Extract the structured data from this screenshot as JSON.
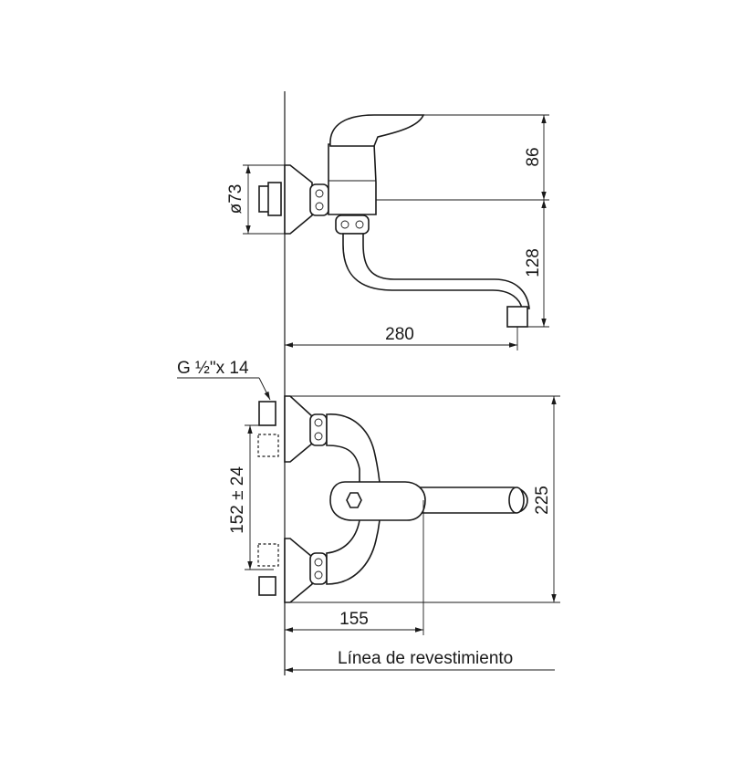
{
  "dimensions": {
    "flange_diameter": "ø73",
    "handle_height": "86",
    "spout_height": "128",
    "spout_projection": "280",
    "thread": "G ½\"x 14",
    "inlet_spacing": "152 ± 24",
    "overall_height": "225",
    "handle_projection": "155"
  },
  "labels": {
    "wall_line": "Línea de revestimiento"
  }
}
